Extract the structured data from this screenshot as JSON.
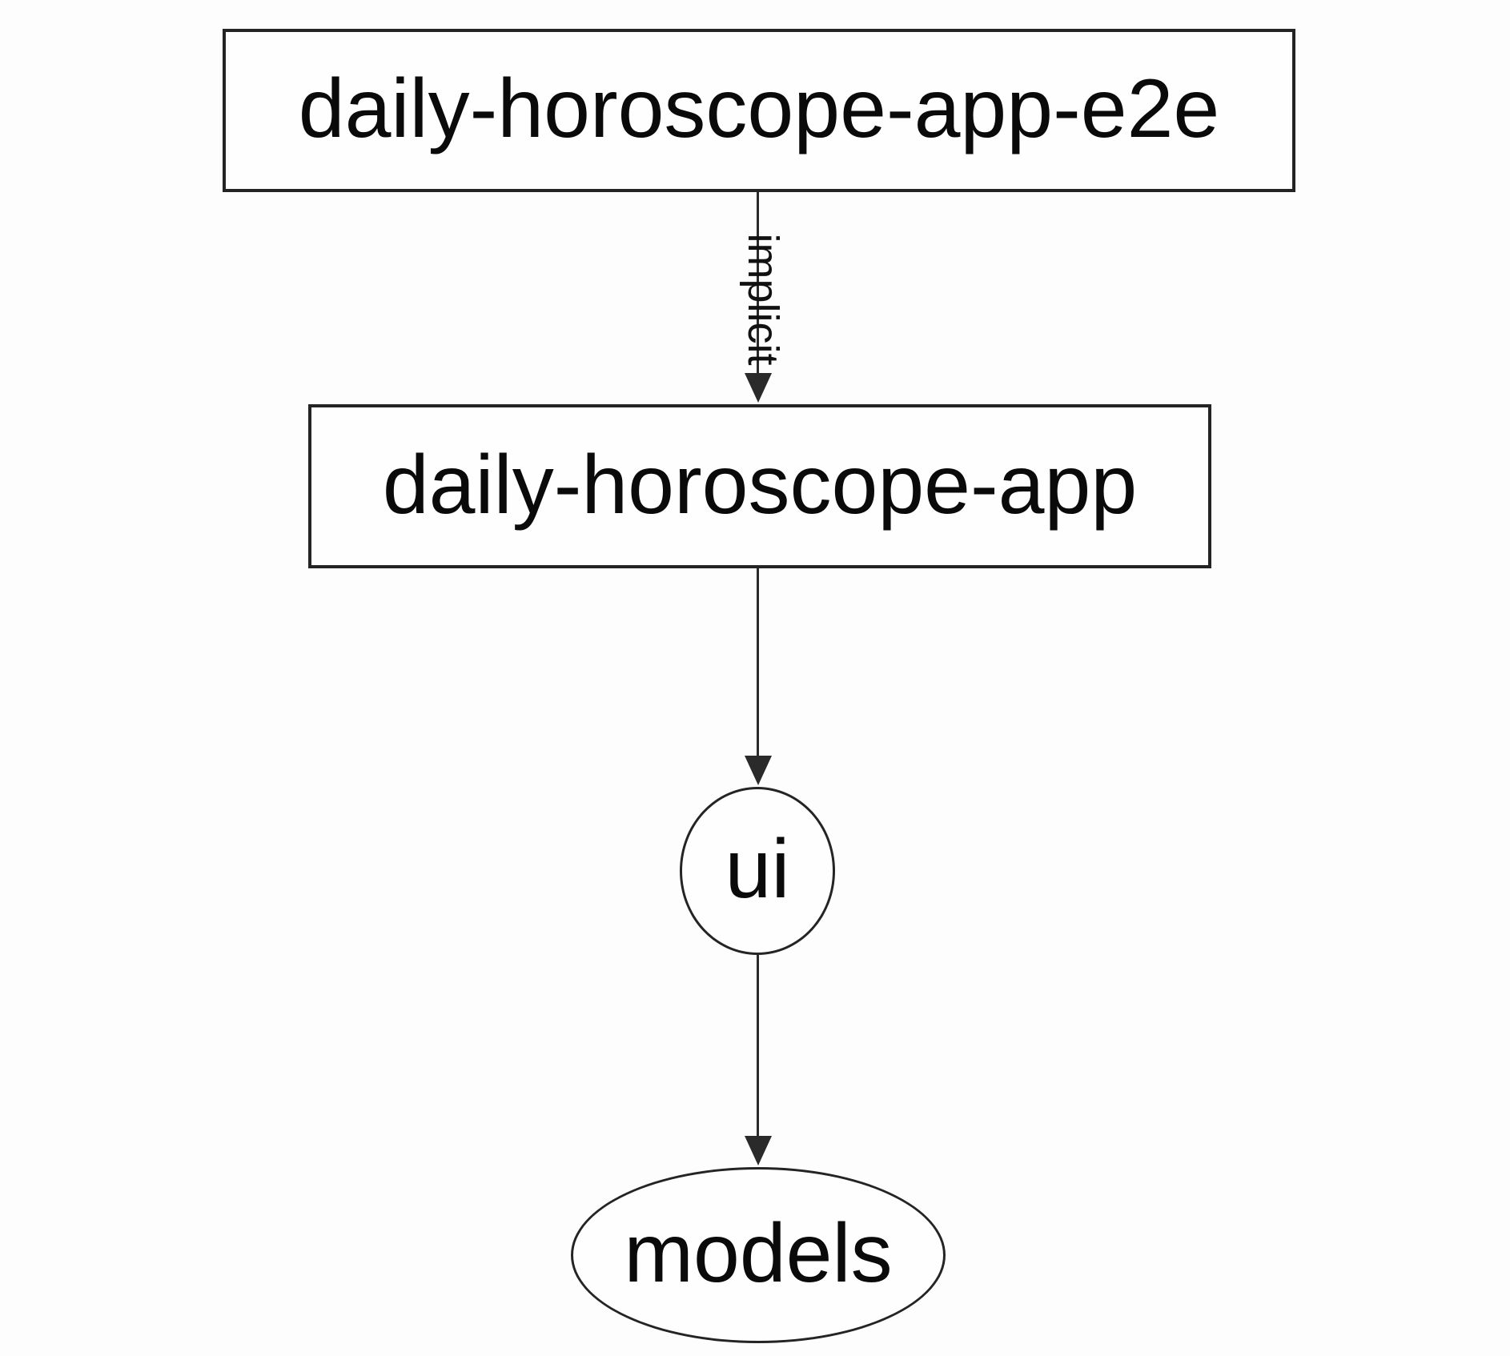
{
  "diagram": {
    "kind": "project-dependency-graph",
    "nodes": [
      {
        "id": "daily-horoscope-app-e2e",
        "label": "daily-horoscope-app-e2e",
        "shape": "rectangle"
      },
      {
        "id": "daily-horoscope-app",
        "label": "daily-horoscope-app",
        "shape": "rectangle"
      },
      {
        "id": "ui",
        "label": "ui",
        "shape": "circle"
      },
      {
        "id": "models",
        "label": "models",
        "shape": "ellipse"
      }
    ],
    "edges": [
      {
        "from": "daily-horoscope-app-e2e",
        "to": "daily-horoscope-app",
        "label": "implicit",
        "label_rotation_deg": 90,
        "arrow": "filled-triangle-down"
      },
      {
        "from": "daily-horoscope-app",
        "to": "ui",
        "label": "",
        "arrow": "filled-triangle-down"
      },
      {
        "from": "ui",
        "to": "models",
        "label": "",
        "arrow": "filled-triangle-down"
      }
    ],
    "colors": {
      "background": "#fdfdfd",
      "node_fill": "#fefefe",
      "stroke": "#2a2a2a",
      "text": "#0a0a0a"
    }
  }
}
